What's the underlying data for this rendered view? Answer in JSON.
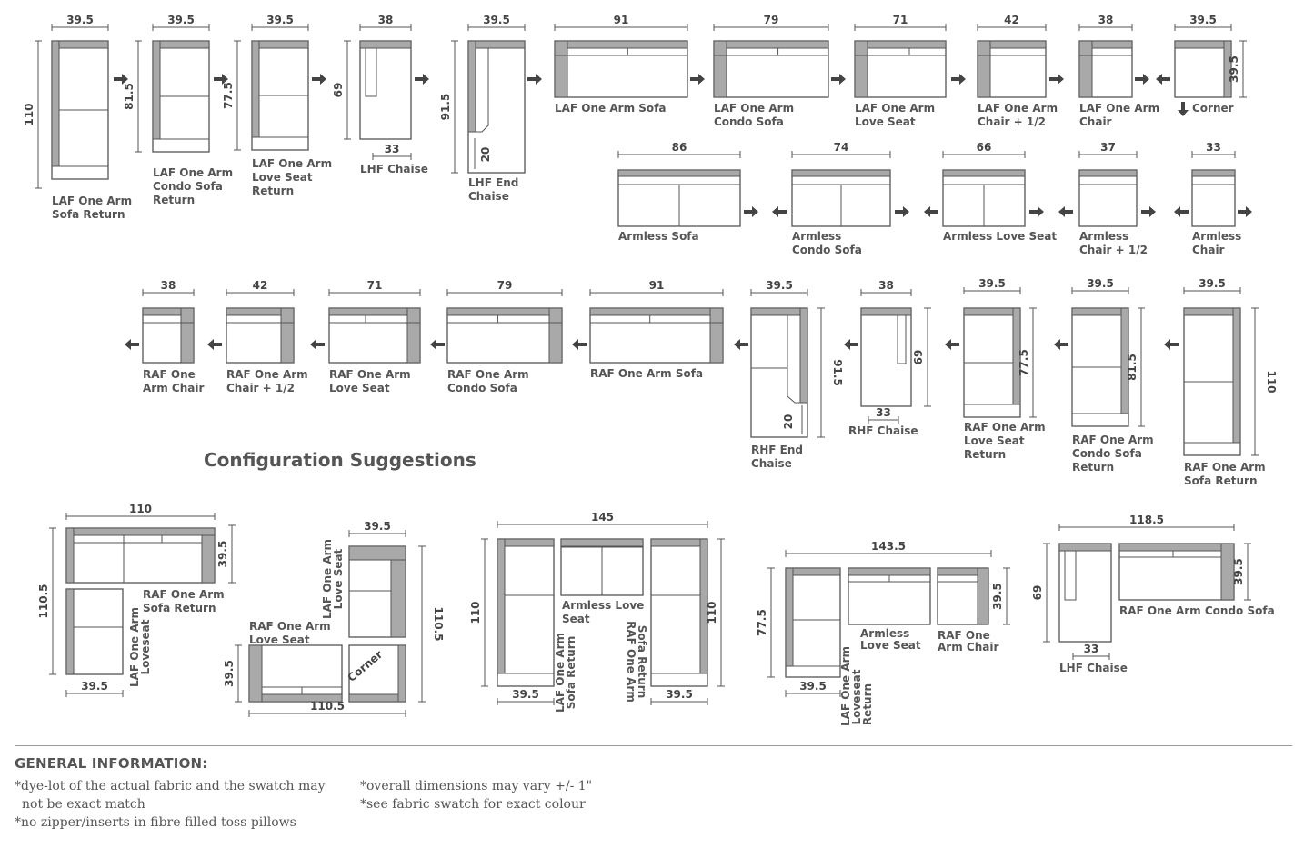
{
  "section_title": "Configuration Suggestions",
  "general": {
    "heading": "GENERAL INFORMATION:",
    "left": [
      "*dye-lot of the actual fabric and the swatch may",
      "not be exact match",
      "*no zipper/inserts in fibre filled toss pillows"
    ],
    "right": [
      "*overall dimensions may vary +/- 1\"",
      "*see fabric swatch for exact colour"
    ]
  },
  "pieces_row1": [
    {
      "name": "laf-one-arm-sofa-return",
      "width": "39.5",
      "depth": "110",
      "label": [
        "LAF One Arm",
        "Sofa Return"
      ]
    },
    {
      "name": "laf-one-arm-condo-sofa-return",
      "width": "39.5",
      "depth": "81.5",
      "label": [
        "LAF One Arm",
        "Condo Sofa",
        "Return"
      ]
    },
    {
      "name": "laf-one-arm-love-seat-return",
      "width": "39.5",
      "depth": "77.5",
      "label": [
        "LAF One Arm",
        "Love Seat",
        "Return"
      ]
    },
    {
      "name": "lhf-chaise",
      "width": "38",
      "depth": "69",
      "extra": "33",
      "label": [
        "LHF Chaise"
      ]
    },
    {
      "name": "lhf-end-chaise",
      "width": "39.5",
      "depth": "91.5",
      "extra": "20",
      "label": [
        "LHF End",
        "Chaise"
      ]
    },
    {
      "name": "laf-one-arm-sofa",
      "width": "91",
      "label": [
        "LAF One Arm Sofa"
      ]
    },
    {
      "name": "laf-one-arm-condo-sofa",
      "width": "79",
      "label": [
        "LAF One Arm",
        "Condo Sofa"
      ]
    },
    {
      "name": "laf-one-arm-love-seat",
      "width": "71",
      "label": [
        "LAF One Arm",
        "Love Seat"
      ]
    },
    {
      "name": "laf-one-arm-chair-half",
      "width": "42",
      "label": [
        "LAF One Arm",
        "Chair + 1/2"
      ]
    },
    {
      "name": "laf-one-arm-chair",
      "width": "38",
      "label": [
        "LAF One Arm",
        "Chair"
      ]
    },
    {
      "name": "corner",
      "width": "39.5",
      "depth": "39.5",
      "label": [
        "Corner"
      ]
    }
  ],
  "pieces_row2": [
    {
      "name": "armless-sofa",
      "width": "86",
      "label": [
        "Armless Sofa"
      ]
    },
    {
      "name": "armless-condo-sofa",
      "width": "74",
      "label": [
        "Armless",
        "Condo Sofa"
      ]
    },
    {
      "name": "armless-love-seat",
      "width": "66",
      "label": [
        "Armless Love Seat"
      ]
    },
    {
      "name": "armless-chair-half",
      "width": "37",
      "label": [
        "Armless",
        "Chair + 1/2"
      ]
    },
    {
      "name": "armless-chair",
      "width": "33",
      "label": [
        "Armless",
        "Chair"
      ]
    }
  ],
  "pieces_row3": [
    {
      "name": "raf-one-arm-chair",
      "width": "38",
      "label": [
        "RAF One",
        "Arm Chair"
      ]
    },
    {
      "name": "raf-one-arm-chair-half",
      "width": "42",
      "label": [
        "RAF One Arm",
        "Chair + 1/2"
      ]
    },
    {
      "name": "raf-one-arm-love-seat",
      "width": "71",
      "label": [
        "RAF One Arm",
        "Love Seat"
      ]
    },
    {
      "name": "raf-one-arm-condo-sofa",
      "width": "79",
      "label": [
        "RAF One Arm",
        "Condo Sofa"
      ]
    },
    {
      "name": "raf-one-arm-sofa",
      "width": "91",
      "label": [
        "RAF One Arm Sofa"
      ]
    },
    {
      "name": "rhf-end-chaise",
      "width": "39.5",
      "depth": "91.5",
      "extra": "20",
      "label": [
        "RHF End",
        "Chaise"
      ]
    },
    {
      "name": "rhf-chaise",
      "width": "38",
      "depth": "69",
      "extra": "33",
      "label": [
        "RHF Chaise"
      ]
    },
    {
      "name": "raf-one-arm-love-seat-return",
      "width": "39.5",
      "depth": "77.5",
      "label": [
        "RAF One Arm",
        "Love Seat",
        "Return"
      ]
    },
    {
      "name": "raf-one-arm-condo-sofa-return",
      "width": "39.5",
      "depth": "81.5",
      "label": [
        "RAF One Arm",
        "Condo Sofa",
        "Return"
      ]
    },
    {
      "name": "raf-one-arm-sofa-return",
      "width": "39.5",
      "depth": "110",
      "label": [
        "RAF One Arm",
        "Sofa Return"
      ]
    }
  ],
  "configs": [
    {
      "name": "config-1",
      "dims": [
        "110",
        "39.5",
        "110.5",
        "39.5"
      ],
      "labels": [
        [
          "RAF One Arm",
          "Sofa Return"
        ],
        [
          "LAF One Arm",
          "Loveseat"
        ]
      ]
    },
    {
      "name": "config-2",
      "dims": [
        "39.5",
        "110.5",
        "39.5",
        "110.5"
      ],
      "corner_text": "Corner",
      "labels": [
        [
          "LAF One Arm",
          "Love Seat"
        ],
        [
          "RAF One Arm",
          "Love Seat"
        ]
      ]
    },
    {
      "name": "config-3",
      "dims": [
        "145",
        "110",
        "110",
        "39.5",
        "39.5"
      ],
      "labels": [
        [
          "Armless Love",
          "Seat"
        ],
        [
          "LAF One Arm",
          "Sofa Return"
        ],
        [
          "RAF One Arm",
          "Sofa Return"
        ]
      ]
    },
    {
      "name": "config-4",
      "dims": [
        "143.5",
        "77.5",
        "39.5",
        "39.5"
      ],
      "labels": [
        [
          "Armless",
          "Love Seat"
        ],
        [
          "RAF One",
          "Arm Chair"
        ],
        [
          "LAF One Arm",
          "Loveseat",
          "Return"
        ]
      ]
    },
    {
      "name": "config-5",
      "dims": [
        "118.5",
        "69",
        "39.5",
        "33"
      ],
      "labels": [
        [
          "RAF One Arm Condo Sofa"
        ],
        [
          "LHF Chaise"
        ]
      ]
    }
  ]
}
